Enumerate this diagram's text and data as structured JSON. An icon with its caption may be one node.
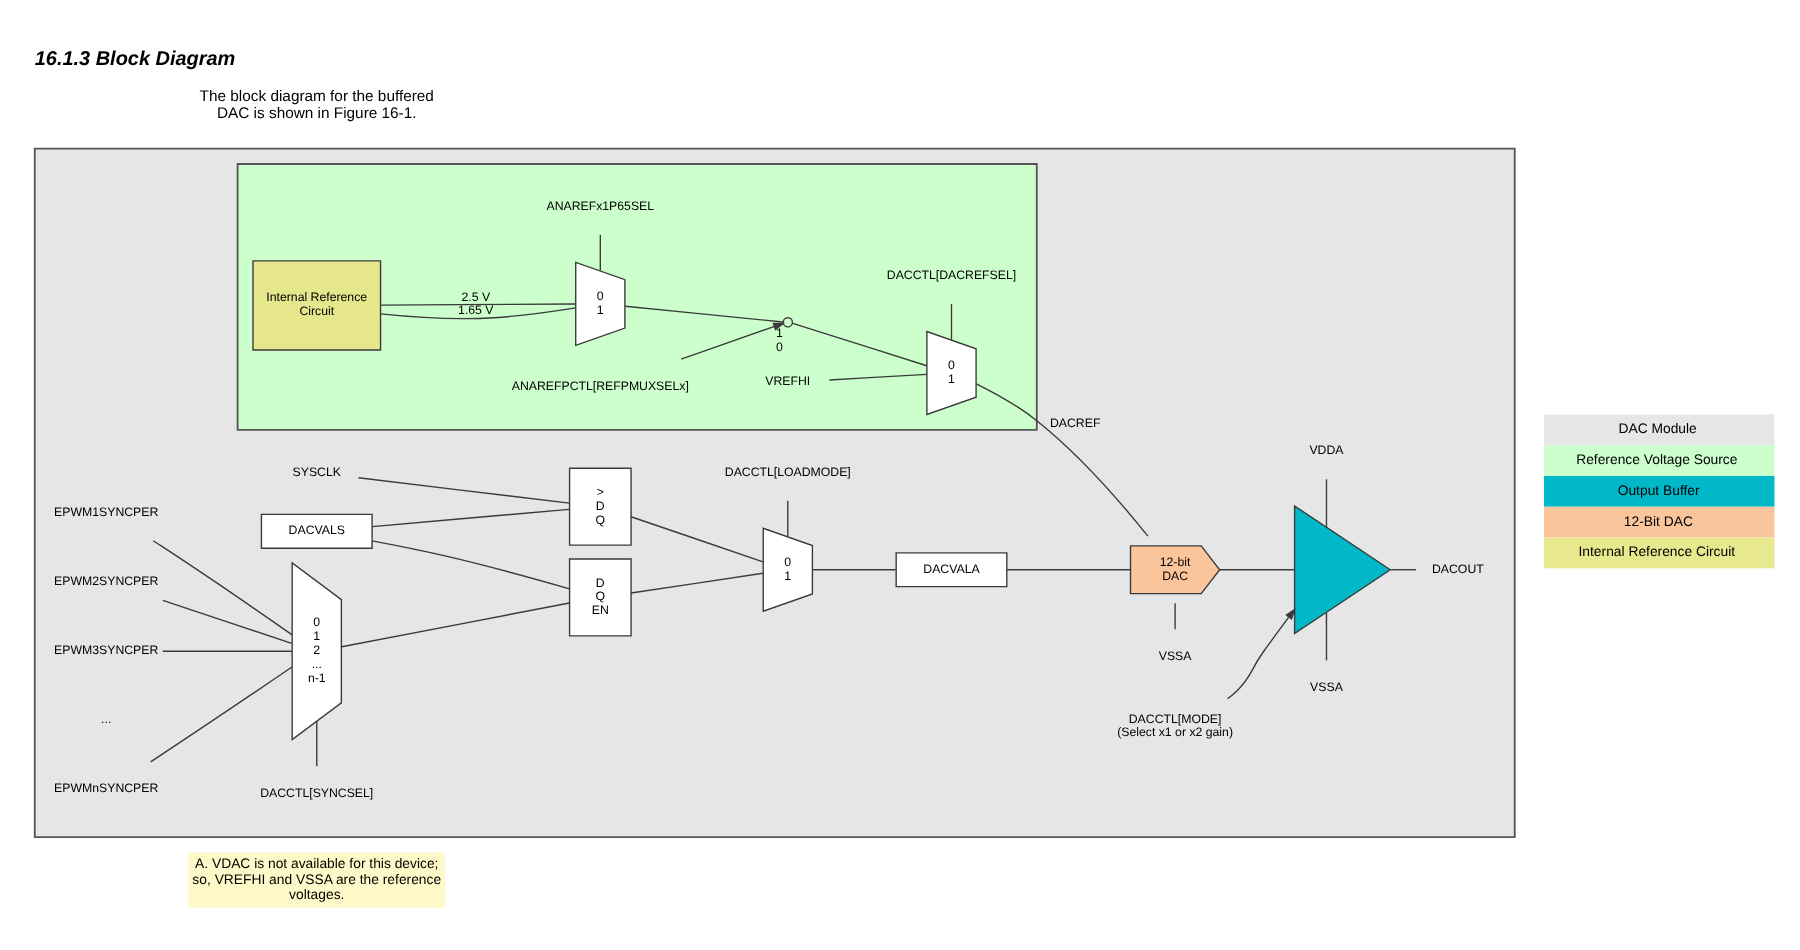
{
  "diagram": {
    "title": "16.1.3 Block Diagram",
    "nodes": [
      {
        "text": [],
        "shape": "box"
      },
      {
        "text": [],
        "shape": "box",
        "in": 0
      },
      {
        "text": [
          "ANAREFx1P65SEL"
        ],
        "in": 1
      },
      {
        "text": [
          "Internal Reference Circuit"
        ],
        "in": 1
      },
      {
        "text": [
          "0",
          "1"
        ],
        "in": 1
      },
      {
        "text": [],
        "shape": "switch",
        "beside": [
          "1",
          "0"
        ],
        "in": 1
      },
      {
        "text": [
          "DACCTL[DACREFSEL]"
        ],
        "in": 1
      },
      {
        "text": [
          "0",
          "1"
        ],
        "in": 1
      },
      {
        "text": [
          "VREFHI"
        ],
        "in": 1
      },
      {
        "text": [
          "ANAREFPCTL[REFPMUXSELx]"
        ],
        "in": 1
      },
      {
        "text": [
          "SYSCLK"
        ],
        "in": 0
      },
      {
        "text": [
          "DACCTL[LOADMODE]"
        ],
        "in": 0
      },
      {
        "text": [
          "VDDA"
        ],
        "in": 0
      },
      {
        "text": [
          "DACVALS"
        ],
        "in": 0
      },
      {
        "text": [
          ">",
          "D",
          "Q"
        ],
        "in": 0
      },
      {
        "text": [
          "0",
          "1"
        ],
        "in": 0
      },
      {
        "text": [
          "DACVALA"
        ],
        "in": 0
      },
      {
        "text": [
          "12-bit DAC"
        ],
        "in": 0
      },
      {
        "text": [],
        "shape": "triangle",
        "in": 0
      },
      {
        "text": [
          "DACOUT"
        ],
        "in": 0
      },
      {
        "text": [
          "D",
          "Q",
          "EN"
        ],
        "in": 0
      },
      {
        "text": [
          "0",
          "1",
          "2",
          "...",
          "n-1"
        ],
        "in": 0
      },
      {
        "text": [
          "EPWM1SYNCPER"
        ],
        "in": 0
      },
      {
        "text": [
          "EPWM2SYNCPER"
        ],
        "in": 0
      },
      {
        "text": [
          "EPWM3SYNCPER"
        ],
        "in": 0
      },
      {
        "text": [
          "EPWMnSYNCPER"
        ],
        "in": 0
      },
      {
        "text": [
          "VSSA"
        ],
        "in": 0
      },
      {
        "text": [
          "VSSA"
        ],
        "in": 0
      },
      {
        "text": [
          "DACCTL[MODE]",
          "(Select x1 or x2 gain)"
        ],
        "in": 0
      },
      {
        "text": [
          "DACCTL[SYNCSEL]"
        ],
        "in": 0
      }
    ],
    "edges": [
      {
        "from": 3,
        "to": 4,
        "arrow": "none",
        "label": "1.65 V"
      },
      {
        "from": 3,
        "to": 4,
        "arrow": "none",
        "label": "2.5 V"
      },
      {
        "from": 4,
        "to": 2,
        "arrow": "none"
      },
      {
        "from": 4,
        "to": 5,
        "arrow": "none"
      },
      {
        "from": 9,
        "to": 5,
        "arrow": "to"
      },
      {
        "from": 5,
        "to": 7,
        "arrow": "none"
      },
      {
        "from": 8,
        "to": 7,
        "arrow": "none"
      },
      {
        "from": 7,
        "to": 6,
        "arrow": "none"
      },
      {
        "from": 7,
        "to": 17,
        "arrow": "none",
        "label": "DACREF"
      },
      {
        "from": 10,
        "to": 14,
        "arrow": "none"
      },
      {
        "from": 13,
        "to": 14,
        "arrow": "none"
      },
      {
        "from": 13,
        "to": 20,
        "arrow": "none"
      },
      {
        "from": 14,
        "to": 15,
        "arrow": "none"
      },
      {
        "from": 20,
        "to": 15,
        "arrow": "none"
      },
      {
        "from": 15,
        "to": 11,
        "arrow": "none"
      },
      {
        "from": 15,
        "to": 16,
        "arrow": "none"
      },
      {
        "from": 16,
        "to": 17,
        "arrow": "none"
      },
      {
        "from": 26,
        "to": 17,
        "arrow": "none"
      },
      {
        "from": 17,
        "to": 18,
        "arrow": "none"
      },
      {
        "from": 18,
        "to": 12,
        "arrow": "none"
      },
      {
        "from": 27,
        "to": 18,
        "arrow": "none"
      },
      {
        "from": 28,
        "to": 18,
        "arrow": "to"
      },
      {
        "from": 18,
        "to": 19,
        "arrow": "none"
      },
      {
        "from": 22,
        "to": 21,
        "arrow": "none"
      },
      {
        "from": 23,
        "to": 21,
        "arrow": "none"
      },
      {
        "from": 24,
        "to": 21,
        "arrow": "none"
      },
      {
        "from": 25,
        "to": 21,
        "arrow": "none"
      },
      {
        "from": 29,
        "to": 21,
        "arrow": "none"
      },
      {
        "from": 21,
        "to": 20,
        "arrow": "none"
      }
    ],
    "labels": [
      "The block diagram for the buffered DAC is shown in Figure 16-1.",
      "...",
      "A. VDAC is not available for this device; so, VREFHI and VSSA are the reference voltages."
    ],
    "legend": [
      {
        "text": "DAC Module",
        "color": "#e6e6e6"
      },
      {
        "text": "Reference Voltage Source",
        "color": "#ccffcc"
      },
      {
        "text": "Output Buffer",
        "color": "#00b8c8"
      },
      {
        "text": "12-Bit DAC",
        "color": "#fbc59c"
      },
      {
        "text": "Internal Reference Circuit",
        "color": "#e8e88e"
      }
    ]
  }
}
